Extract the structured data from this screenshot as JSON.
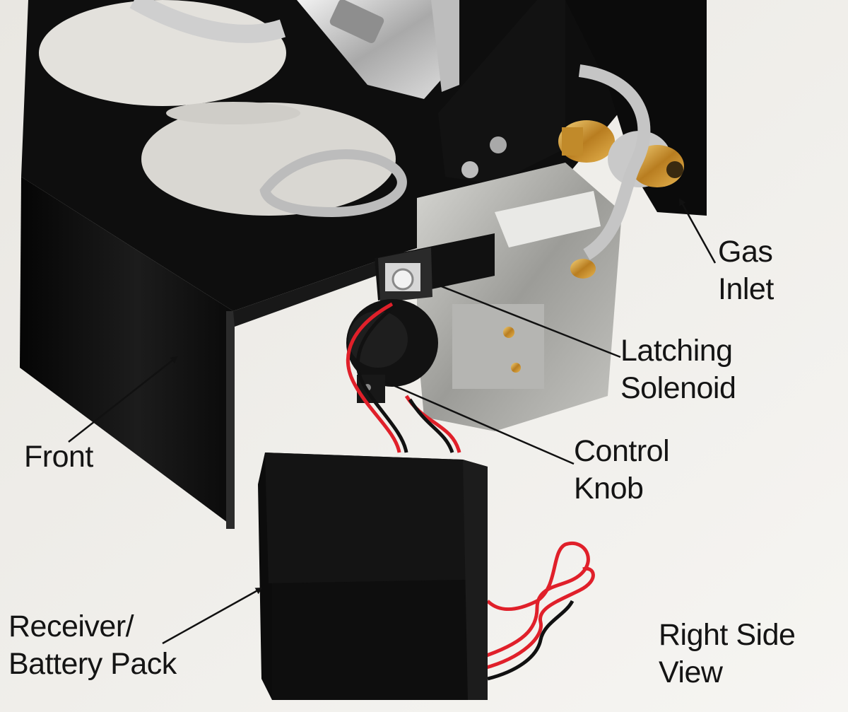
{
  "image": {
    "caption": "Right Side View",
    "colors": {
      "background": "#f2f0ec",
      "steel_black": "#101010",
      "brass": "#c8902c",
      "chrome": "#c9c9c9",
      "wire_red": "#e0202a",
      "text": "#141414"
    }
  },
  "labels": {
    "gas_inlet": [
      "Gas",
      "Inlet"
    ],
    "latching_solenoid": [
      "Latching",
      "Solenoid"
    ],
    "control_knob": [
      "Control",
      "Knob"
    ],
    "front": "Front",
    "receiver": [
      "Receiver/",
      "Battery Pack"
    ],
    "view": [
      "Right Side",
      "View"
    ]
  }
}
